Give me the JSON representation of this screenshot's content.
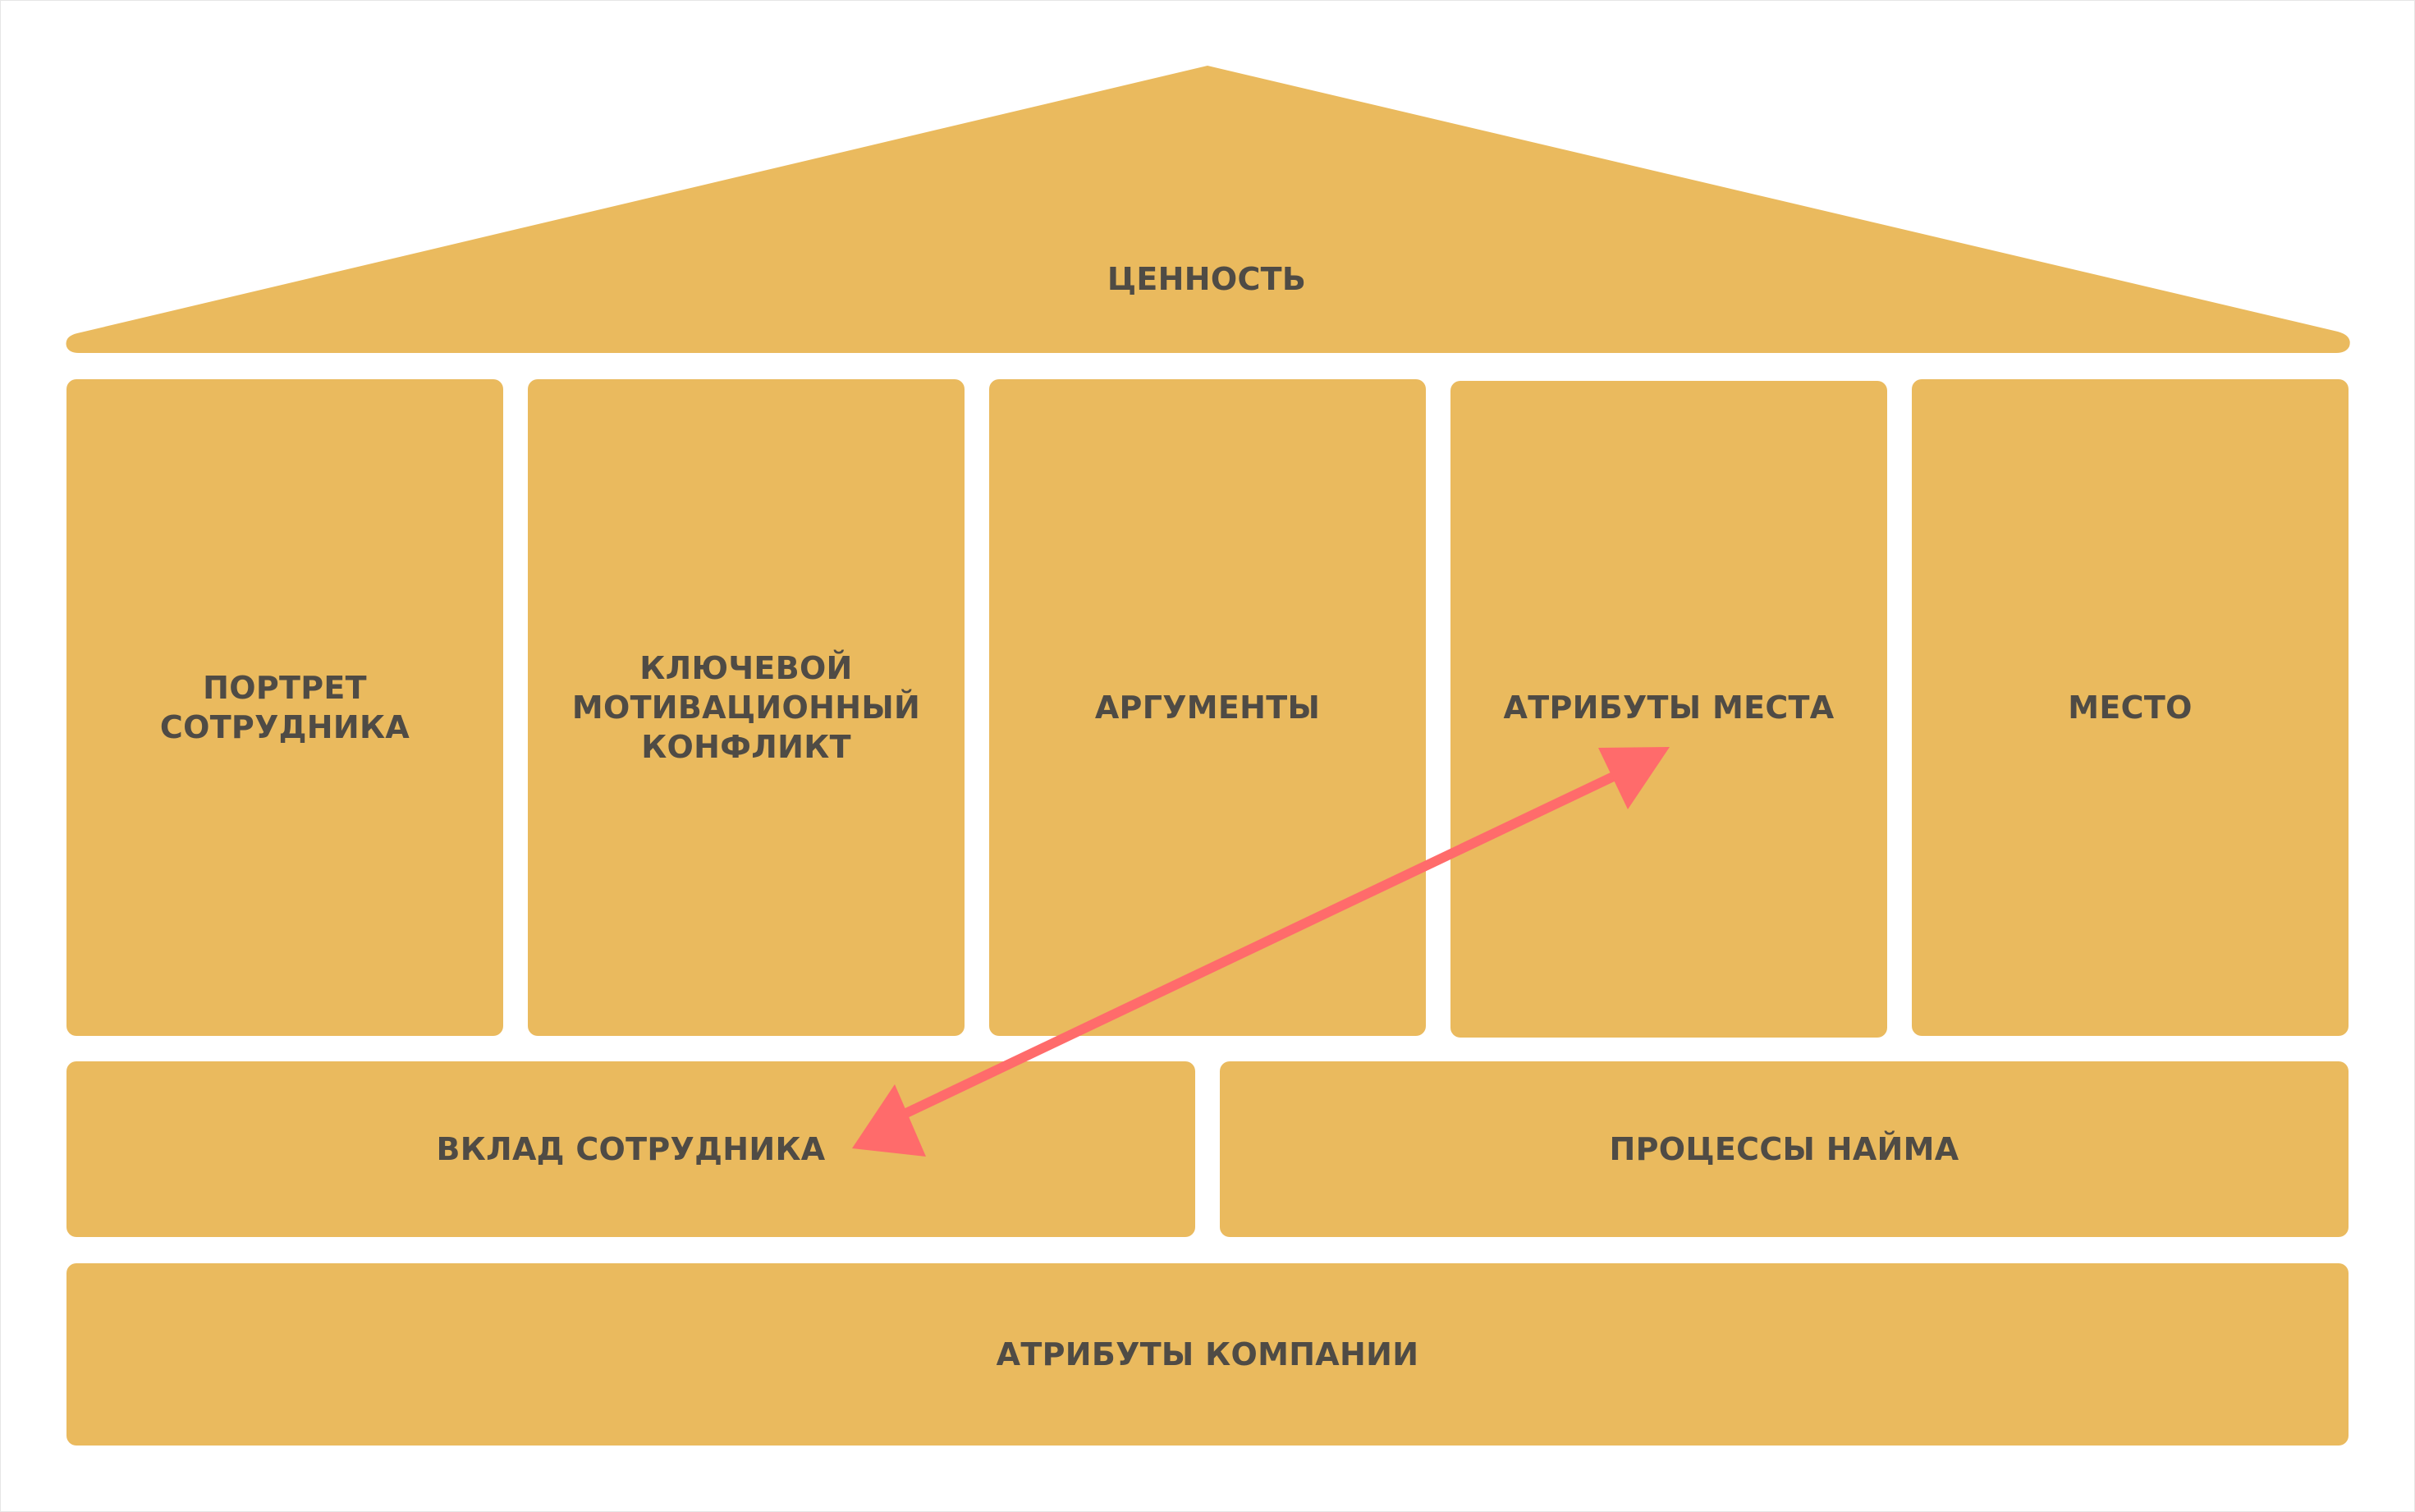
{
  "colors": {
    "block": "#EABA5E",
    "text": "#4F4B45",
    "arrow": "#FF6B6B",
    "background": "#FFFFFF"
  },
  "roof": {
    "label": "ЦЕННОСТЬ"
  },
  "pillars": [
    {
      "label": "ПОРТРЕТ\nСОТРУДНИКА"
    },
    {
      "label": "КЛЮЧЕВОЙ\nМОТИВАЦИОННЫЙ\nКОНФЛИКТ"
    },
    {
      "label": "АРГУМЕНТЫ"
    },
    {
      "label": "АТРИБУТЫ МЕСТА"
    },
    {
      "label": "МЕСТО"
    }
  ],
  "rows": [
    {
      "label": "ВКЛАД СОТРУДНИКА"
    },
    {
      "label": "ПРОЦЕССЫ НАЙМА"
    },
    {
      "label": "АТРИБУТЫ КОМПАНИИ"
    }
  ],
  "connector": {
    "from": "АТРИБУТЫ МЕСТА",
    "to": "ВКЛАД СОТРУДНИКА",
    "style": "double-headed-arrow"
  }
}
